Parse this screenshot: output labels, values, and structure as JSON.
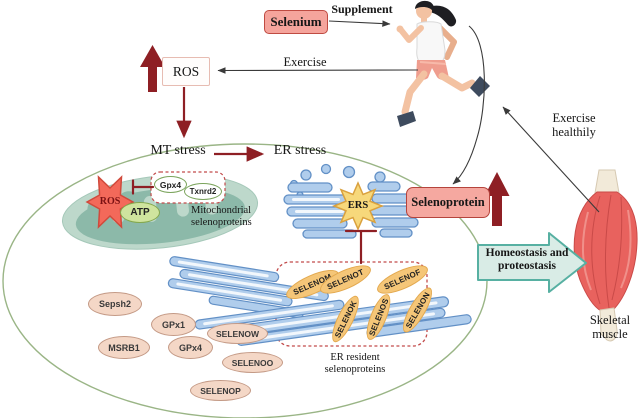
{
  "figure": {
    "selenium": "Selenium",
    "supplement": "Supplement",
    "exercise": "Exercise",
    "ros": "ROS",
    "mt_stress": "MT stress",
    "er_stress": "ER stress",
    "mito_ros_star": "ROS",
    "atp": "ATP",
    "gpx4_mito": "Gpx4",
    "txnrd2": "Txnrd2",
    "mito_caption": "Mitochondrial selenoproteins",
    "ers_star": "ERS",
    "er_caption": "ER resident selenoproteins",
    "selenoprotein": "Selenoprotein",
    "homeostasis": "Homeostasis and proteostasis",
    "exercise_healthily": "Exercise healthily",
    "skeletal_muscle": "Skeletal muscle"
  },
  "er_membrane_proteins": [
    "SELENOM",
    "SELENOT",
    "SELENOF",
    "SELENOK",
    "SELENOS",
    "SELENON"
  ],
  "cytosol_proteins": [
    "Sepsh2",
    "GPx1",
    "MSRB1",
    "GPx4",
    "SELENOW",
    "SELENOO",
    "SELENOP"
  ],
  "colors": {
    "maroon_arrow": "#8e1f24",
    "pink_box_fill": "#f5a49c",
    "pink_box_border": "#bf4b42",
    "cell_border_green": "#9ab586",
    "mito_outer": "#bdd8cb",
    "mito_inner": "#8cb9a9",
    "ros_star_red": "#f3695a",
    "atp_green": "#cfe49e",
    "er_blue": "#b0cdec",
    "er_blue_border": "#6290c6",
    "ers_yellow": "#f7d87b",
    "yellow_oval": "#f5c678",
    "pink_oval": "#f4d7c6",
    "homeostasis_fill": "#d9ece6",
    "homeostasis_border": "#57b0a2",
    "muscle_red": "#e8625e",
    "dashed_box_red": "#c24b4b"
  }
}
